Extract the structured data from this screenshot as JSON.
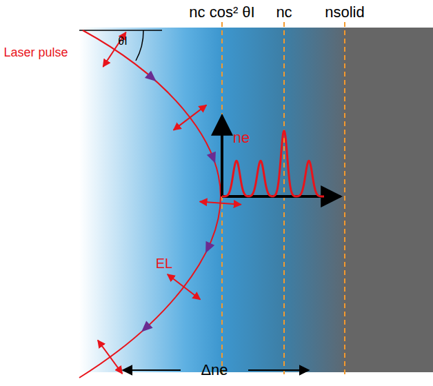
{
  "diagram": {
    "labels": [
      "nc cos² θI",
      "nc",
      "nsolid",
      "Laser pulse",
      "θI",
      "EL",
      "ne",
      "Δne"
    ]
  }
}
